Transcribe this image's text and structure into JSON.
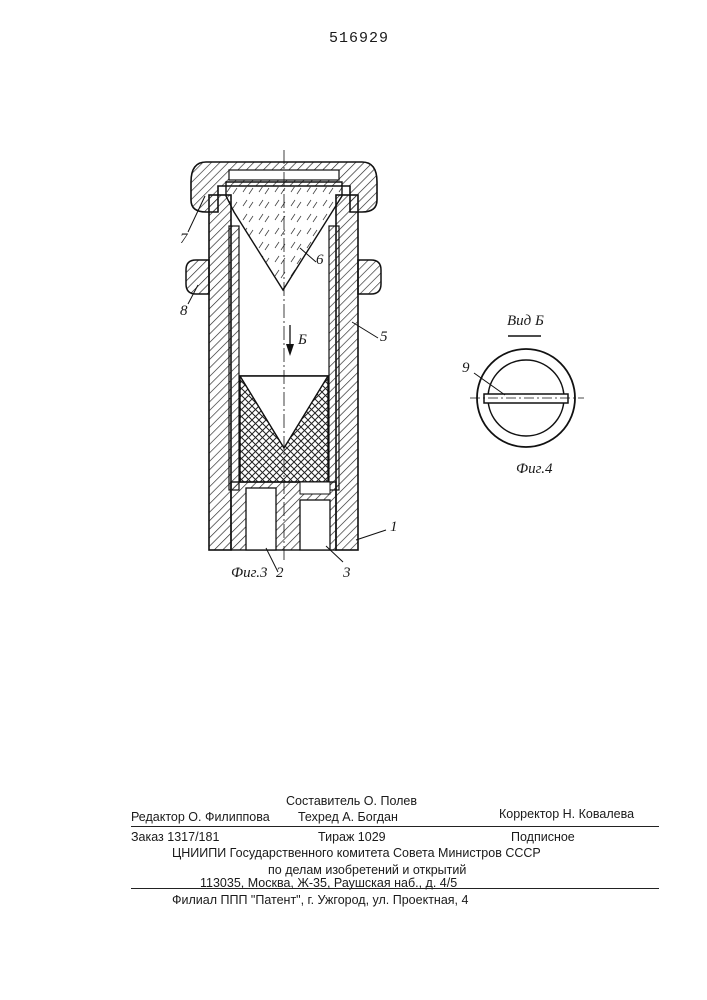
{
  "patent_number": "516929",
  "figure3": {
    "caption": "Фиг.3",
    "labels": {
      "l1": "1",
      "l2": "2",
      "l3": "3",
      "l5": "5",
      "l6": "6",
      "l7": "7",
      "l8": "8",
      "arrow": "Б"
    }
  },
  "figure4": {
    "view_title": "Вид Б",
    "caption": "Фиг.4",
    "label9": "9"
  },
  "footer": {
    "compiler": "Составитель О. Полев",
    "editor": "Редактор О. Филиппова",
    "tech_editor": "Техред А. Богдан",
    "corrector": "Корректор Н. Ковалева",
    "order": "Заказ 1317/181",
    "circulation": "Тираж 1029",
    "subscription": "Подписное",
    "org_line1": "ЦНИИПИ Государственного комитета Совета Министров СССР",
    "org_line2": "по делам изобретений и открытий",
    "address": "113035, Москва, Ж-35, Раушская наб., д. 4/5",
    "branch": "Филиал ППП \"Патент\", г. Ужгород, ул. Проектная, 4"
  }
}
